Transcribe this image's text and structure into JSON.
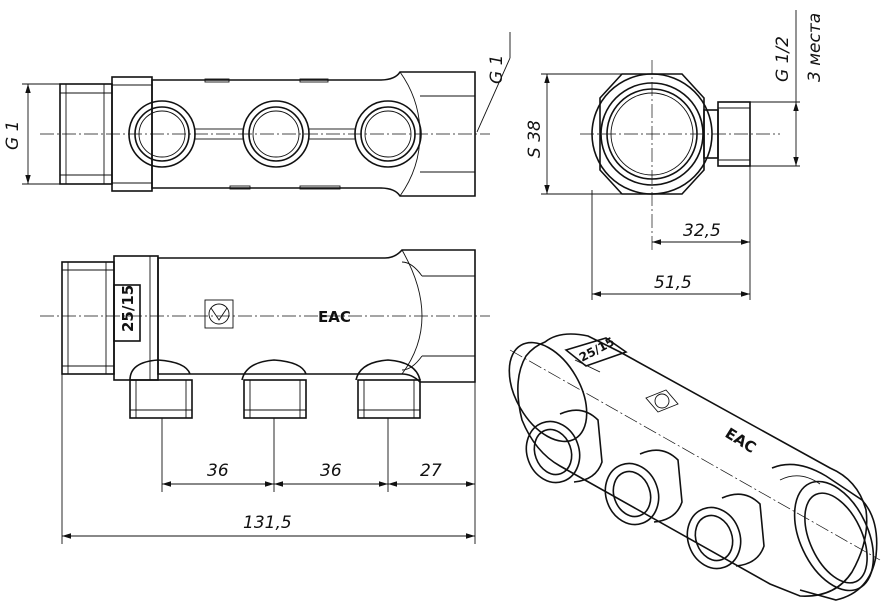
{
  "labels": {
    "top_left_thread": "G 1",
    "top_right_thread": "G 1",
    "side_outlet_thread": "G 1/2",
    "side_outlet_note": "3 места",
    "hex_size": "S 38",
    "dim_axis_to_outlet": "32,5",
    "dim_total_width": "51,5",
    "dim_spacing_1": "36",
    "dim_spacing_2": "36",
    "dim_end": "27",
    "dim_overall_length": "131,5",
    "size_marking": "25/15",
    "cert_mark": "EAC",
    "iso_size_marking": "25/15",
    "iso_cert_mark": "EAC"
  }
}
